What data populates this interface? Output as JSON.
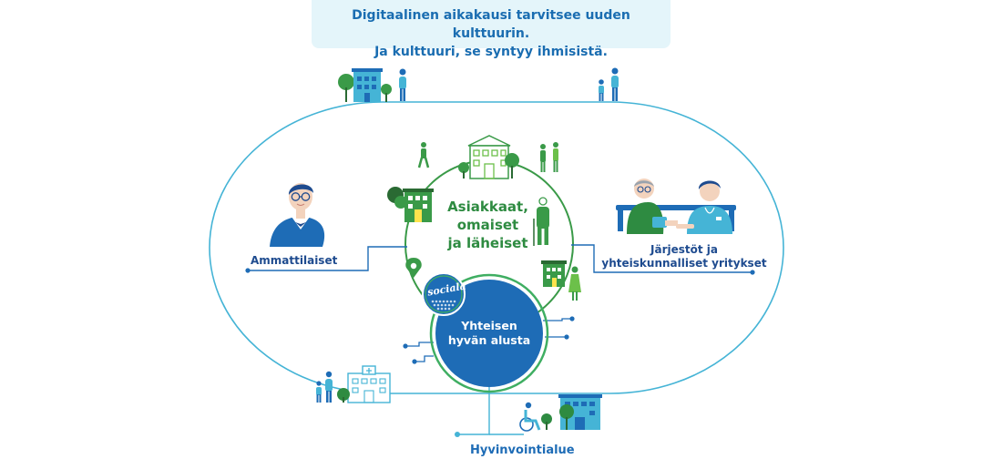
{
  "banner": {
    "line1": "Digitaalinen aikakausi tarvitsee uuden kulttuurin.",
    "line2": "Ja kulttuuri, se syntyy ihmisistä."
  },
  "nodes": {
    "professionals": "Ammattilaiset",
    "clients_line1": "Asiakkaat,",
    "clients_line2": "omaiset",
    "clients_line3": "ja läheiset",
    "orgs_line1": "Järjestöt ja",
    "orgs_line2": "yhteiskunnalliset yritykset",
    "platform_line1": "Yhteisen",
    "platform_line2": "hyvän alusta",
    "region": "Hyvinvointialue"
  },
  "logo": {
    "text": "sociala"
  },
  "colors": {
    "blue": "#1e6cb6",
    "light_blue": "#45b4d6",
    "green": "#3a9a48",
    "light_green": "#6cc04a",
    "banner_bg": "#e4f5fa"
  }
}
